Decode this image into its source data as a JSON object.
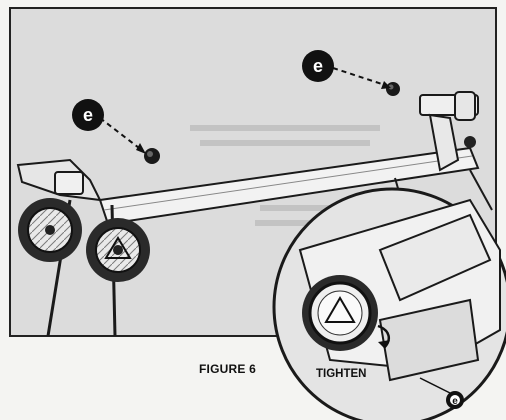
{
  "figure": {
    "caption": "FIGURE 6",
    "callout_label": "TIGHTEN"
  },
  "callouts": [
    {
      "letter": "e"
    },
    {
      "letter": "e"
    },
    {
      "letter": "e"
    }
  ],
  "colors": {
    "photo_background": "#dcdcdc",
    "callout_fill": "#111111",
    "callout_text": "#ffffff",
    "line_art": "#1a1a1a"
  },
  "icons": [
    "wheel-icon",
    "knob-icon",
    "support-arm-icon",
    "magnifier-inset-icon"
  ]
}
